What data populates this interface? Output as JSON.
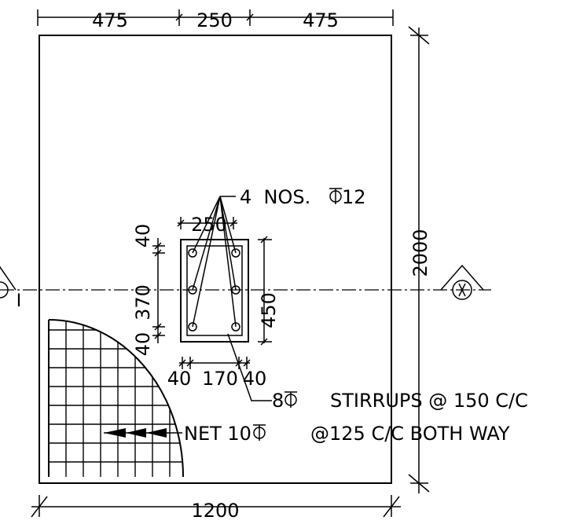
{
  "dimensions": {
    "top_left": "475",
    "top_middle": "250",
    "top_right": "475",
    "right_height": "2000",
    "bottom_width": "1200",
    "column_width": "250",
    "column_height": "450",
    "left_cover_top": "40",
    "left_mid": "370",
    "left_cover_bottom": "40",
    "bottom_left": "40",
    "bottom_mid": "170",
    "bottom_right": "40"
  },
  "labels": {
    "main_bars_prefix": "4  NOS. ",
    "main_bars_size": "12",
    "stirrups_size": "8",
    "stirrups_text": "STIRRUPS @ 150 C/C",
    "net_prefix": "NET 10",
    "net_text": "@125 C/C BOTH WAY",
    "section_mark": "I"
  },
  "colors": {
    "ink": "#000000",
    "background": "#ffffff"
  }
}
